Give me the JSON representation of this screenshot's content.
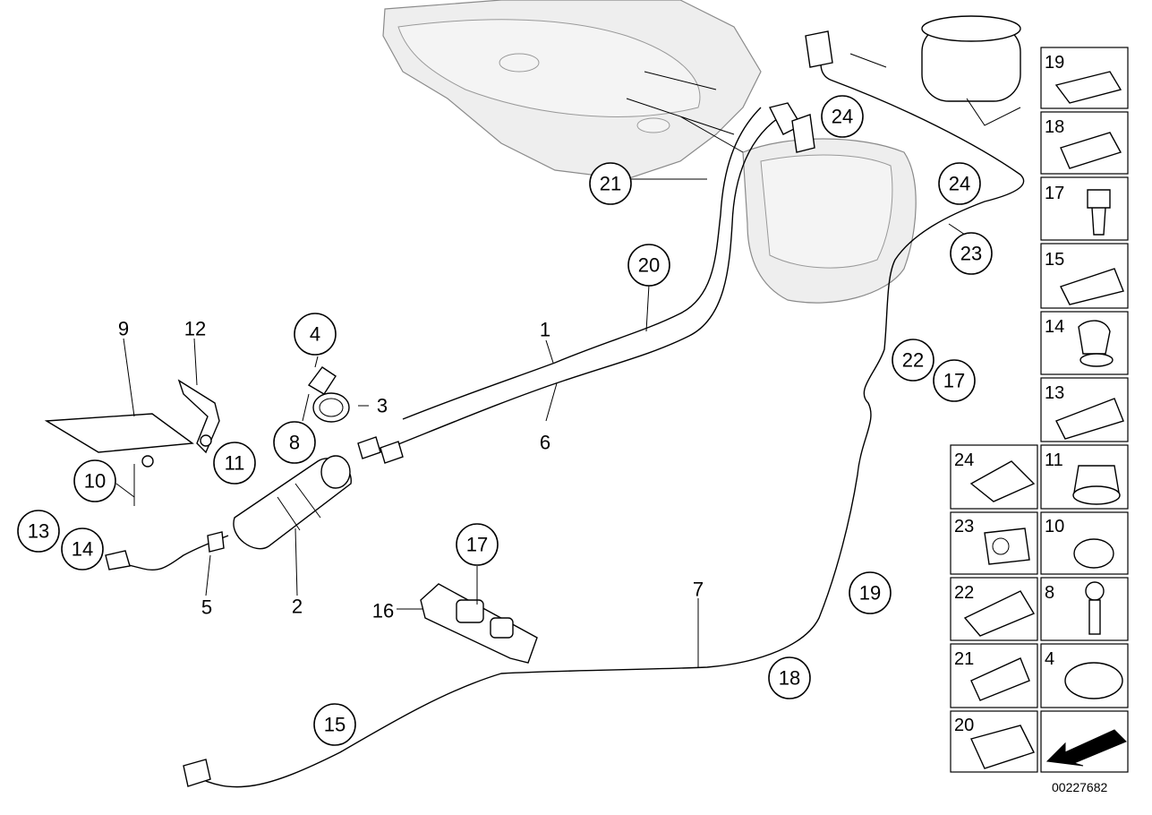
{
  "callouts": [
    {
      "id": "c1",
      "text": "1"
    },
    {
      "id": "c2",
      "text": "2"
    },
    {
      "id": "c3",
      "text": "3"
    },
    {
      "id": "c4",
      "text": "4"
    },
    {
      "id": "c5",
      "text": "5"
    },
    {
      "id": "c6",
      "text": "6"
    },
    {
      "id": "c7",
      "text": "7"
    },
    {
      "id": "c8",
      "text": "8"
    },
    {
      "id": "c9",
      "text": "9"
    },
    {
      "id": "c10",
      "text": "10"
    },
    {
      "id": "c11",
      "text": "11"
    },
    {
      "id": "c12",
      "text": "12"
    },
    {
      "id": "c13",
      "text": "13"
    },
    {
      "id": "c14",
      "text": "14"
    },
    {
      "id": "c15",
      "text": "15"
    },
    {
      "id": "c16",
      "text": "16"
    },
    {
      "id": "c17a",
      "text": "17"
    },
    {
      "id": "c17b",
      "text": "17"
    },
    {
      "id": "c18",
      "text": "18"
    },
    {
      "id": "c19",
      "text": "19"
    },
    {
      "id": "c20",
      "text": "20"
    },
    {
      "id": "c21",
      "text": "21"
    },
    {
      "id": "c22",
      "text": "22"
    },
    {
      "id": "c23",
      "text": "23"
    },
    {
      "id": "c24a",
      "text": "24"
    },
    {
      "id": "c24b",
      "text": "24"
    }
  ],
  "parts_panel": {
    "right_column": [
      "19",
      "18",
      "17",
      "15",
      "14",
      "13",
      "11",
      "10",
      "8",
      "4"
    ],
    "left_column": [
      "24",
      "23",
      "22",
      "21",
      "20"
    ]
  },
  "reference_number": "00227682"
}
